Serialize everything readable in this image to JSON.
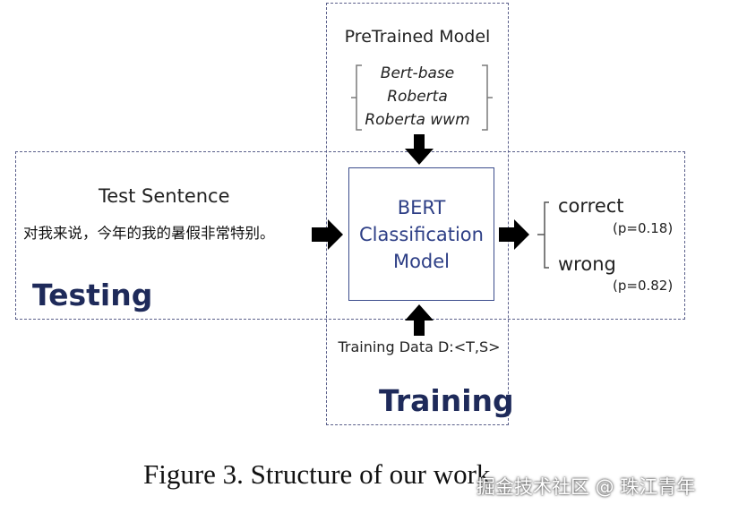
{
  "pretrained": {
    "title": "PreTrained Model",
    "models": [
      "Bert-base",
      "Roberta",
      "Roberta wwm"
    ]
  },
  "bert_box": {
    "line1": "BERT",
    "line2": "Classification",
    "line3": "Model"
  },
  "testing": {
    "label": "Testing",
    "sentence_label": "Test Sentence",
    "sentence": "对我来说，今年的我的暑假非常特别。"
  },
  "training": {
    "label": "Training",
    "data_label": "Training Data D:<T,S>"
  },
  "outputs": [
    {
      "label": "correct",
      "prob": "(p=0.18)"
    },
    {
      "label": "wrong",
      "prob": "(p=0.82)"
    }
  ],
  "caption": "Figure 3. Structure of our work",
  "watermark": "掘金技术社区 @ 珠江青年",
  "colors": {
    "dashed_border": "#5a5f8a",
    "box_border": "#3b4c8c",
    "box_text": "#2e3f86",
    "section_label": "#1e2a5a",
    "arrow": "#000000"
  }
}
